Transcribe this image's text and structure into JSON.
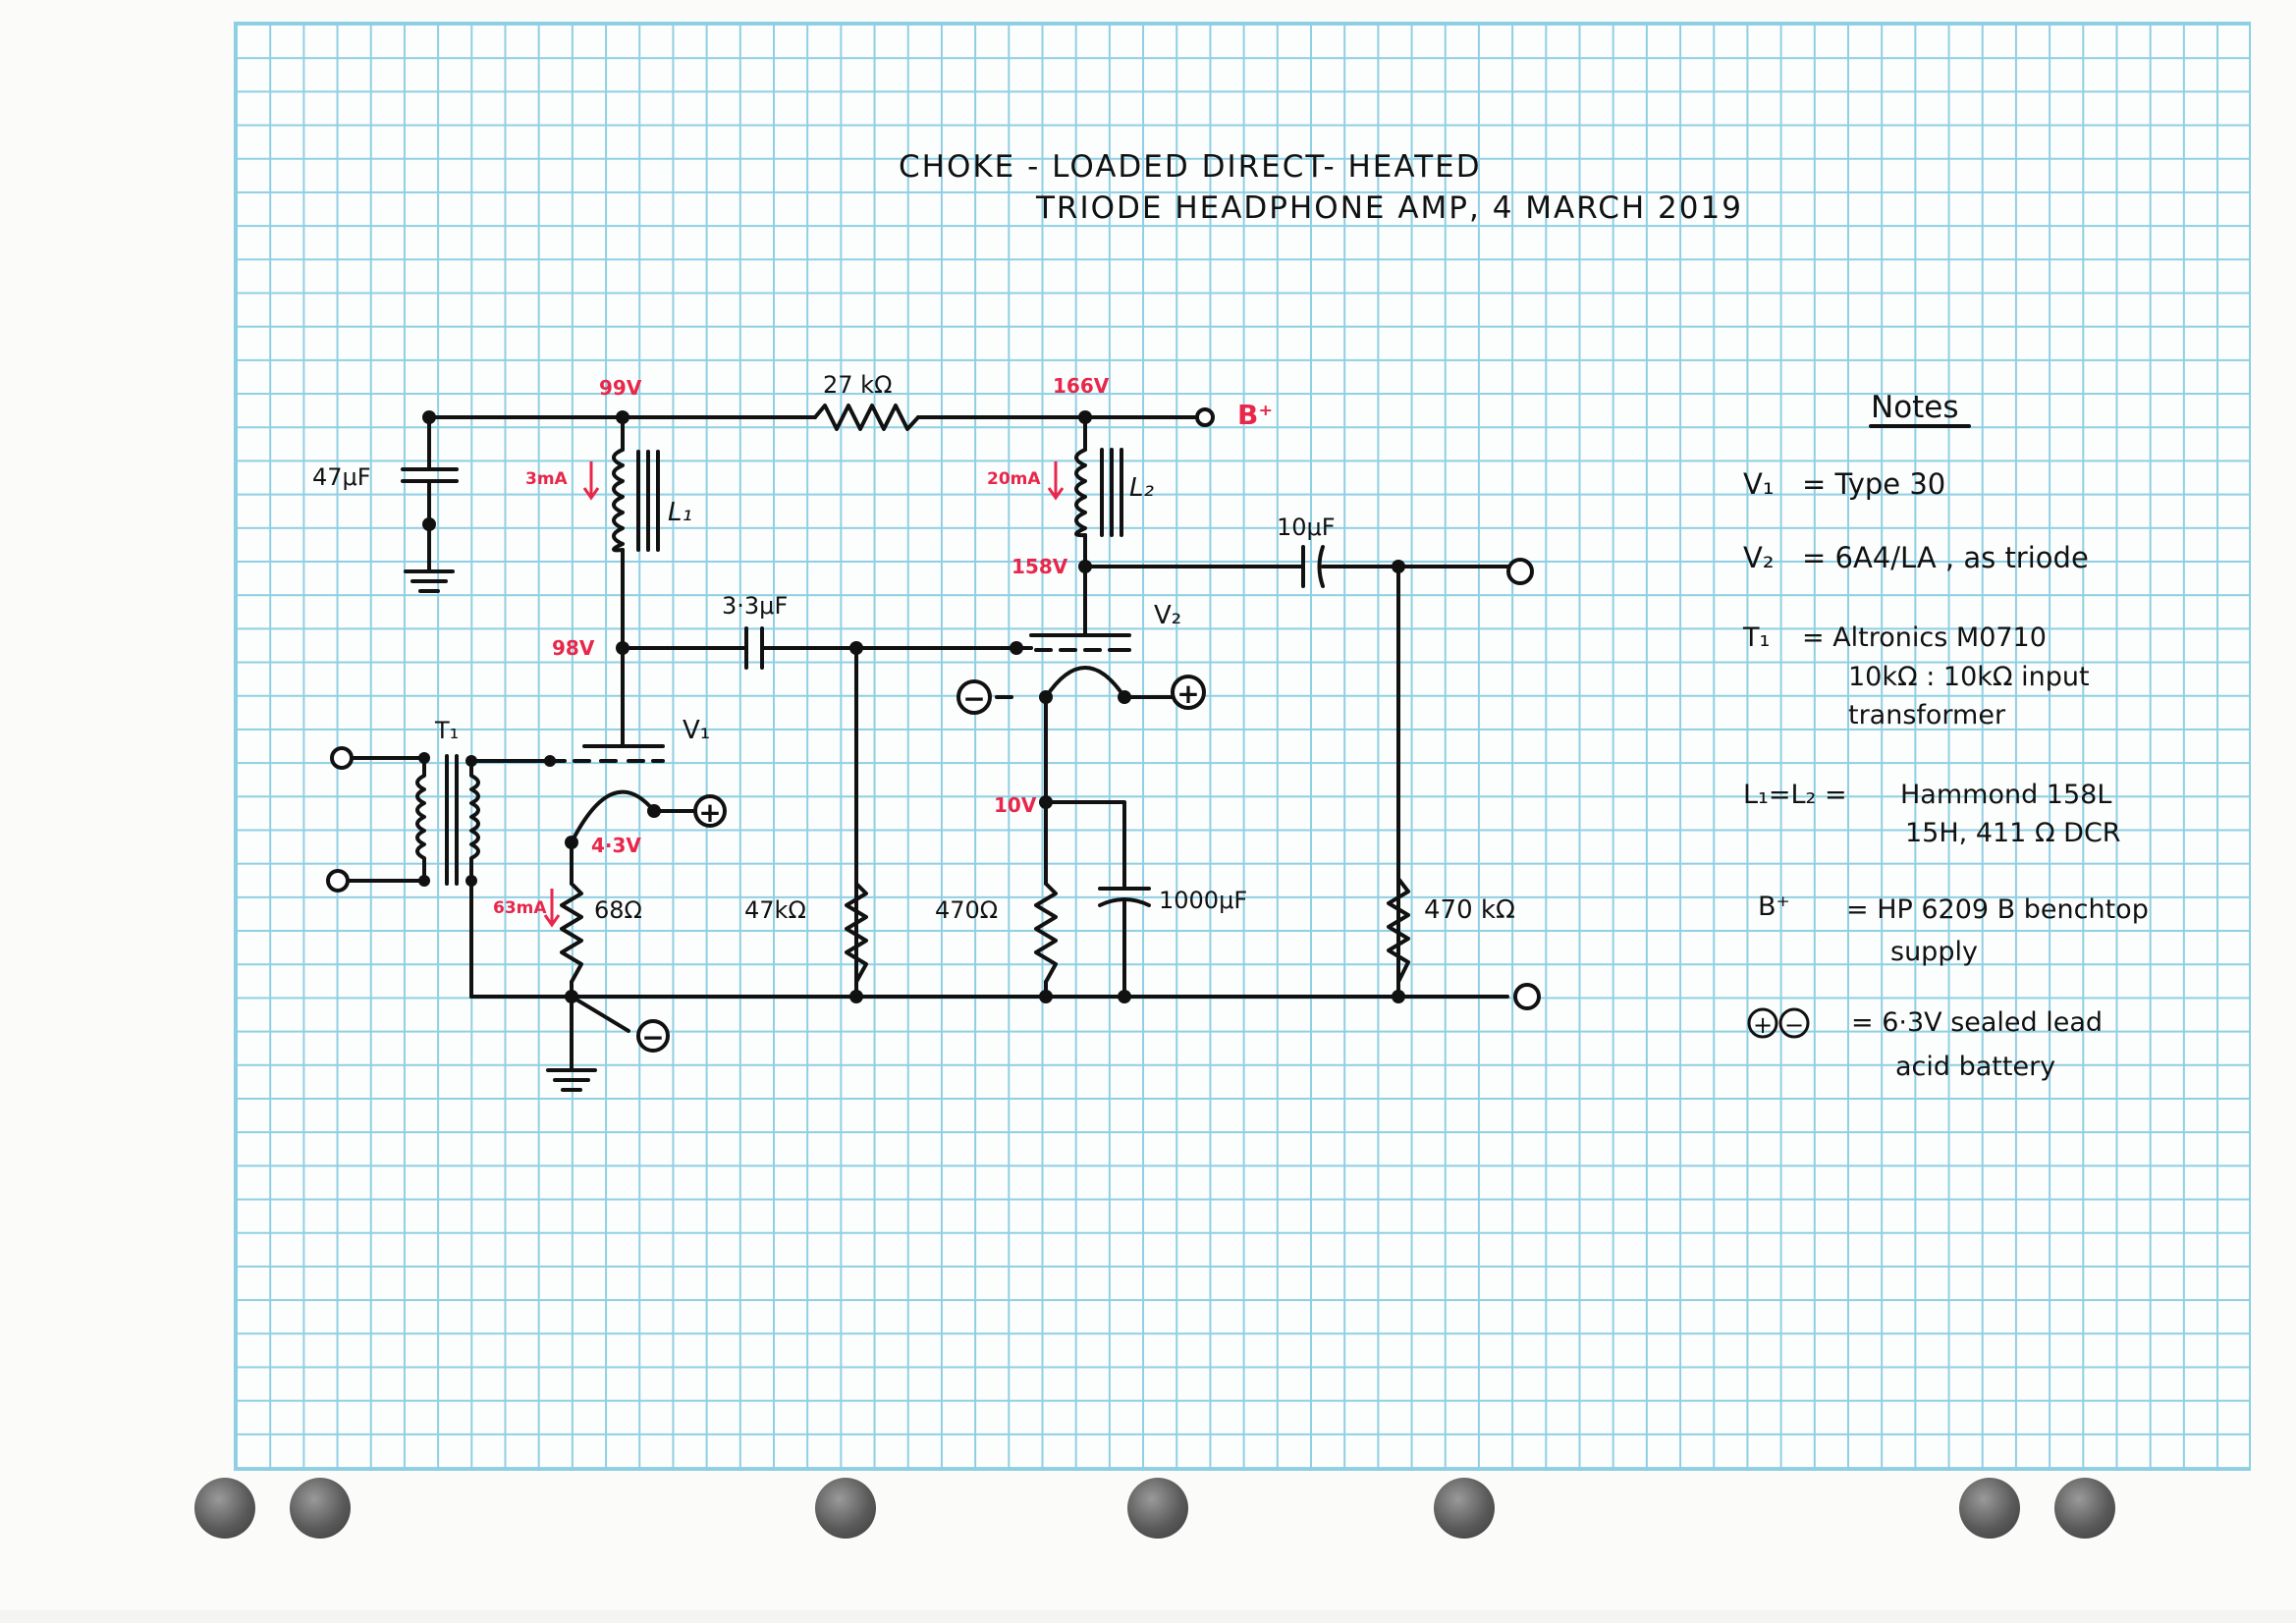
{
  "title": {
    "line1": "CHOKE - LOADED  DIRECT- HEATED",
    "line2": "TRIODE  HEADPHONE  AMP, 4 MARCH 2019"
  },
  "components": {
    "c47": "47μF",
    "r27k": "27 kΩ",
    "c3_3": "3·3μF",
    "c10": "10μF",
    "l1": "L₁",
    "l2": "L₂",
    "v1": "V₁",
    "v2": "V₂",
    "t1": "T₁",
    "r68": "68Ω",
    "r47k": "47kΩ",
    "r470": "470Ω",
    "c1000": "1000μF",
    "r470k": "470 kΩ",
    "bplus": "B⁺",
    "plus": "+",
    "minus": "−"
  },
  "measurements": {
    "v99": "99V",
    "v166": "166V",
    "v158": "158V",
    "v98": "98V",
    "v4_3": "4·3V",
    "v10": "10V",
    "i3": "3mA",
    "i20": "20mA",
    "i63": "63mA"
  },
  "notes": {
    "heading": "Notes",
    "v1_key": "V₁",
    "v1_val": "=  Type 30",
    "v2_key": "V₂",
    "v2_val": "=   6A4/LA , as triode",
    "t1_key": "T₁",
    "t1_val_1": "=   Altronics  M0710",
    "t1_val_2": "10kΩ : 10kΩ  input",
    "t1_val_3": "transformer",
    "l_key": "L₁=L₂ =",
    "l_val_1": "Hammond  158L",
    "l_val_2": "15H,  411 Ω  DCR",
    "b_key": "B⁺",
    "b_val_1": "=  HP 6209 B  benchtop",
    "b_val_2": "supply",
    "bat_val_1": "=  6·3V  sealed  lead",
    "bat_val_2": "acid  battery"
  }
}
